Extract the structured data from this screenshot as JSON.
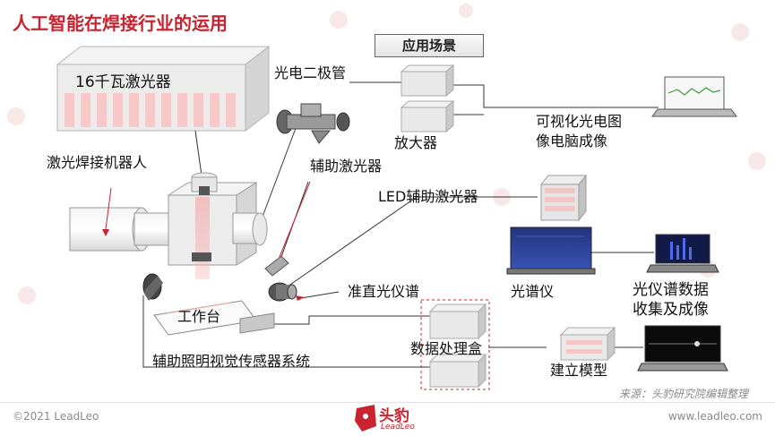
{
  "title": "人工智能在焊接行业的运用",
  "scene_label": "应用场景",
  "labels": {
    "laser": "16千瓦激光器",
    "photodiode": "光电二极管",
    "amplifier": "放大器",
    "visual_imaging": [
      "可视化光电图",
      "像电脑成像"
    ],
    "robot": "激光焊接机器人",
    "aux_laser": "辅助激光器",
    "led_laser": "LED辅助激光器",
    "spectrometer": "光谱仪",
    "collimator": "准直光仪谱",
    "spectrum_data": [
      "光仪谱数据",
      "收集及成像"
    ],
    "workbench": "工作台",
    "data_box": "数据处理盒",
    "vision_system": "辅助照明视觉传感器系统",
    "model": "建立模型"
  },
  "source": "来源：头豹研究院编辑整理",
  "footer": {
    "copyright": "©2021 LeadLeo",
    "logo": "头豹",
    "logo_sub": "LeadLeo",
    "website": "www.leadleo.com"
  },
  "colors": {
    "accent": "#c9232f",
    "line": "#333333",
    "box_face": "#ececec",
    "box_side": "#c8c8c8"
  },
  "icons": [
    "lion-watermark-icon",
    "laptop-icon",
    "server-rack-icon",
    "monitor-icon"
  ]
}
